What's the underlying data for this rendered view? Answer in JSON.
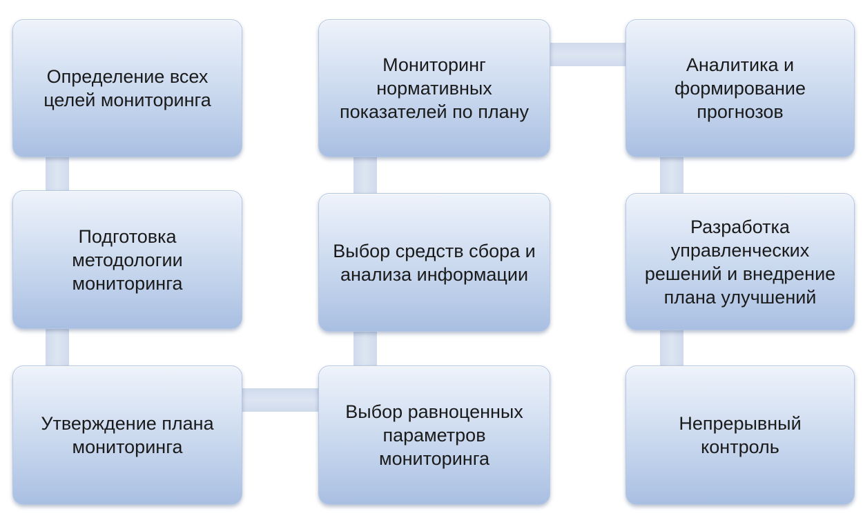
{
  "diagram": {
    "boxes": [
      {
        "id": "goals",
        "text": "Определение всех целей мониторинга"
      },
      {
        "id": "methodology",
        "text": "Подготовка методологии мониторинга"
      },
      {
        "id": "approve-plan",
        "text": "Утверждение плана мониторинга"
      },
      {
        "id": "equivalent-params",
        "text": "Выбор равноценных параметров мониторинга"
      },
      {
        "id": "tools",
        "text": "Выбор средств сбора и анализа информации"
      },
      {
        "id": "normative",
        "text": "Мониторинг нормативных показателей по плану"
      },
      {
        "id": "analytics",
        "text": "Аналитика и формирование прогнозов"
      },
      {
        "id": "decisions",
        "text": "Разработка управленческих решений и внедрение плана улучшений"
      },
      {
        "id": "control",
        "text": "Непрерывный контроль"
      }
    ],
    "colors": {
      "box_top": "#eef3fb",
      "box_bottom": "#a9bfe2",
      "connector": "#d5deee",
      "text": "#1a1a1a"
    }
  }
}
